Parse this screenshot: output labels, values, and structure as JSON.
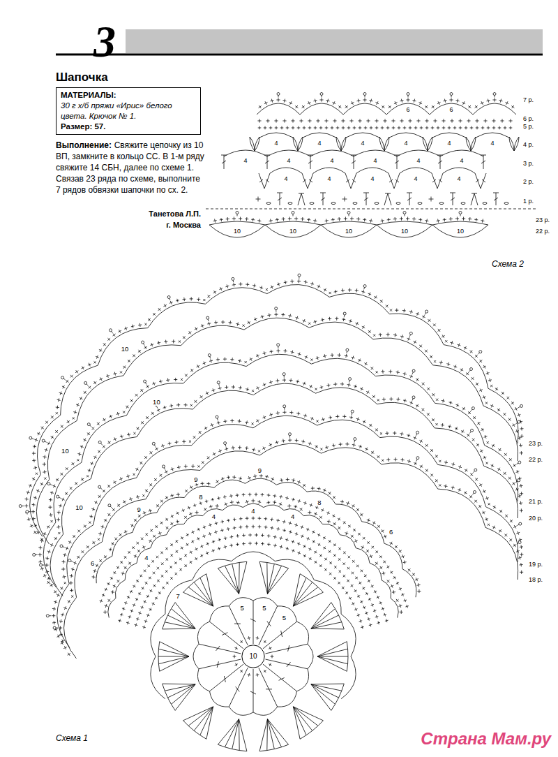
{
  "diagram": {
    "title": "Шапочка",
    "nodes": [
      {
        "text": [
          "МАТЕРИАЛЫ:",
          "30 г х/б пряжи «Ирис» белого цвета. Крючок № 1.",
          "Размер: 57."
        ]
      },
      {
        "text": [
          "10"
        ]
      }
    ],
    "labels": [
      "3",
      "Выполнение:",
      "Свяжите цепочку из 10 ВП, замкните в кольцо СС. В 1-м ряду свяжите 14 СБН, далее по схеме 1. Связав 23 ряда по схеме, выполните 7 рядов обвязки шапочки по сх. 2.",
      "Танетова Л.П.",
      "г. Москва",
      "7 р.",
      "6 р.",
      "5 р.",
      "4 р.",
      "3 р.",
      "2 р.",
      "1 р.",
      "23 р.",
      "22 р.",
      "6",
      "6",
      "4",
      "4",
      "4",
      "4",
      "4",
      "4",
      "4",
      "4",
      "4",
      "4",
      "4",
      "4",
      "4",
      "4",
      "4",
      "4",
      "4",
      "10",
      "10",
      "10",
      "10",
      "10",
      "Схема 2",
      "23 р.",
      "22 р.",
      "21 р.",
      "20 р.",
      "19 р.",
      "18 р.",
      "10",
      "10",
      "10",
      "10",
      "9",
      "9",
      "9",
      "6",
      "6",
      "8",
      "8",
      "4",
      "4",
      "4",
      "4",
      "7",
      "5",
      "5",
      "5",
      "Схема 1",
      "Страна Мам.ру"
    ]
  }
}
